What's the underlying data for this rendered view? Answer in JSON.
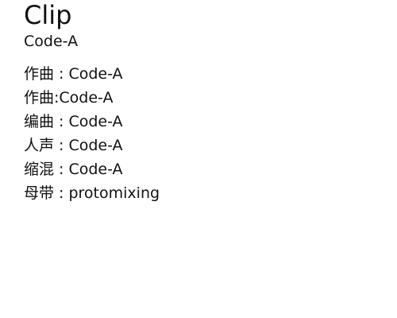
{
  "track": {
    "title": "Clip",
    "artist": "Code-A"
  },
  "credits": [
    " 作曲 : Code-A",
    "作曲:Code-A",
    "编曲 : Code-A",
    "人声 : Code-A",
    "缩混 : Code-A",
    "母带 : protomixing"
  ]
}
